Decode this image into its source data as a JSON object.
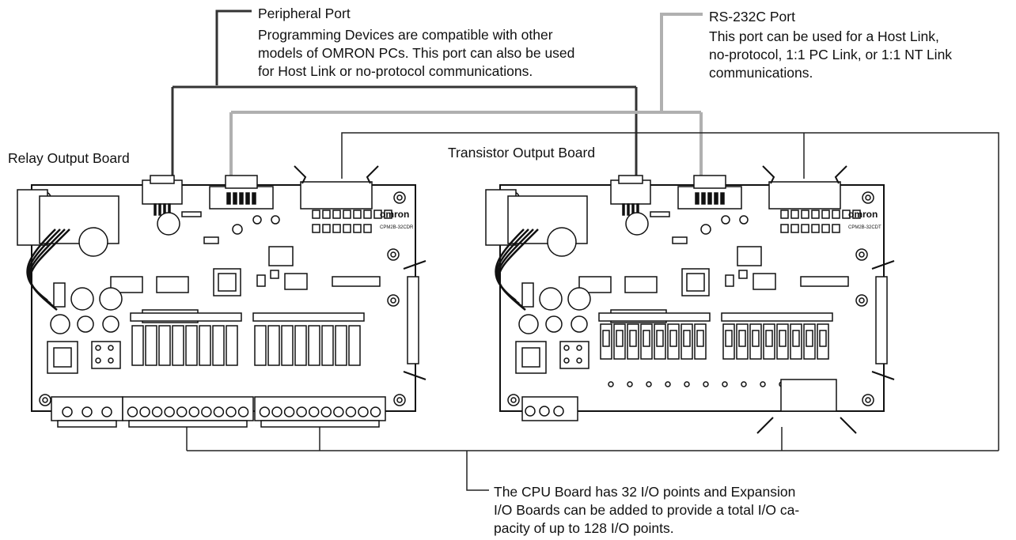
{
  "peripheral_port": {
    "title": "Peripheral Port",
    "lines": [
      "Programming Devices are compatible with other",
      "models of OMRON PCs. This port can also be used",
      "for Host Link or no-protocol communications."
    ]
  },
  "rs232c_port": {
    "title": "RS-232C Port",
    "lines": [
      "This port can be used for a Host Link,",
      "no-protocol, 1:1 PC Link, or 1:1 NT Link",
      "communications."
    ]
  },
  "boards": {
    "relay_label": "Relay Output Board",
    "transistor_label": "Transistor Output Board",
    "brand": "omron",
    "relay_model": "CPM2B-32CDR",
    "transistor_model": "CPM2B-32CDT"
  },
  "expansion_note": {
    "lines": [
      "The CPU Board has 32 I/O points and Expansion",
      "I/O Boards can be added to provide a total I/O ca-",
      "pacity of up to 128 I/O points."
    ]
  }
}
